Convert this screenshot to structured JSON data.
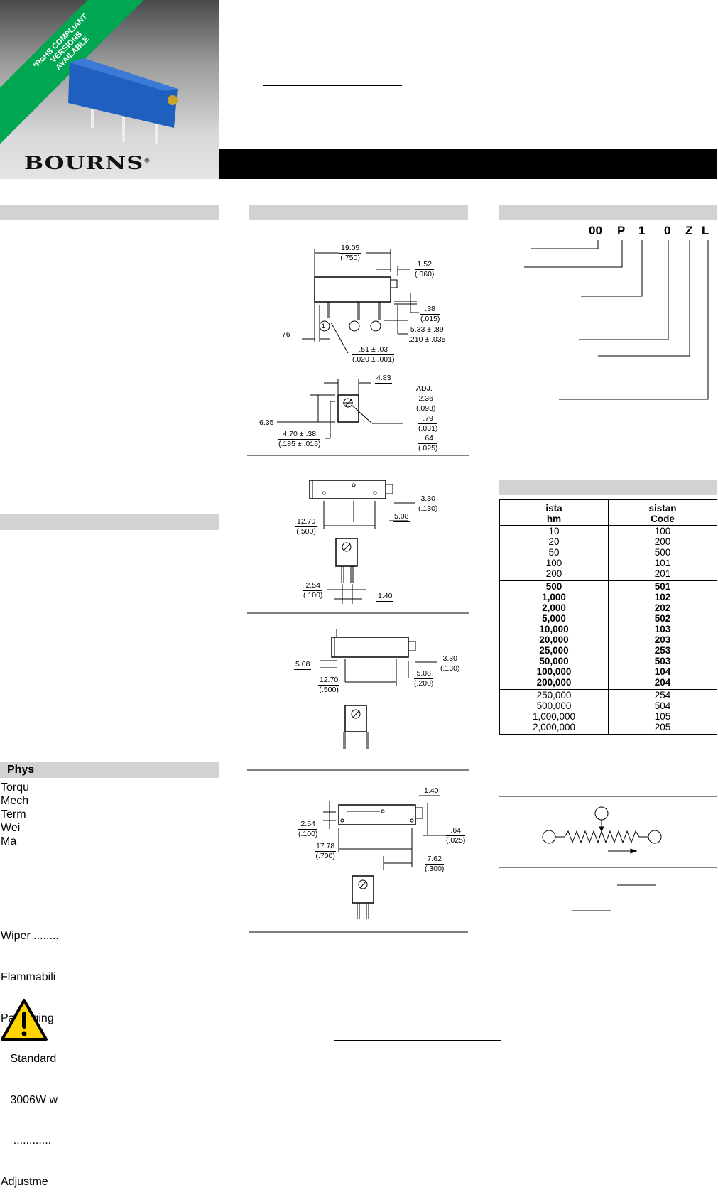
{
  "hero": {
    "rohs_banner": "*RoHS COMPLIANT\nVERSIONS\nAVAILABLE",
    "brand_logo": "BOURNS",
    "brand_mark": "®",
    "banner_color": "#00a651",
    "product_color": "#1f5fbf"
  },
  "left": {
    "physical_title": "Phys",
    "physical_lines": [
      "Torqu",
      "Mech",
      "Term",
      "Wei",
      "Ma"
    ],
    "misc_lines": [
      "Wiper ........",
      "Flammabili",
      "Packaging",
      "   Standard",
      "   3006W w",
      "    ............",
      "Adjustme"
    ],
    "warning_icon": "warning-triangle-icon",
    "link_color": "#1a3fcc"
  },
  "drawings": {
    "d1": {
      "w": "19.05",
      "w_in": "(.750)",
      "tab": "1.52",
      "tab_in": "(.060)",
      "standoff": ".38",
      "standoff_in": "(.015)",
      "pin_len": "5.33 ± .89",
      "pin_len_in": ".210 ± .035",
      "edge": ".76",
      "pin_dia": ".51 ± .03",
      "pin_dia_in": "(.020 ± .001)",
      "pin1": "1"
    },
    "d2": {
      "width": "4.83",
      "height": "6.35",
      "pin_pos": "4.70 ± .38",
      "pin_pos_in": "(.185 ± .015)",
      "adj": "ADJ.",
      "a1": "2.36",
      "a1_in": "(.093)",
      "a2": ".79",
      "a2_in": "(.031)",
      "a3": ".64",
      "a3_in": "(.025)"
    },
    "d3": {
      "a": "3.30",
      "a_in": "(.130)",
      "b": "5.08",
      "c": "12.70",
      "c_in": "(.500)",
      "d": "2.54",
      "d_in": "(.100)",
      "e": "1.40"
    },
    "d4": {
      "a": "3.30",
      "a_in": "(.130)",
      "b": "5.08",
      "b_in": "(.200)",
      "c": "12.70",
      "c_in": "(.500)",
      "d": "5.08"
    },
    "d5": {
      "a": "1.40",
      "b": "2.54",
      "b_in": "(.100)",
      "c": ".64",
      "c_in": "(.025)",
      "d": "17.78",
      "d_in": "(.700)",
      "e": "7.62",
      "e_in": "(.300)"
    }
  },
  "part_code": [
    "00",
    "P",
    "1",
    "0",
    "Z",
    "L"
  ],
  "resistance_table": {
    "headers": [
      "ista\nhm",
      "sistan\nCode"
    ],
    "group1": [
      [
        "10",
        "100"
      ],
      [
        "20",
        "200"
      ],
      [
        "50",
        "500"
      ],
      [
        "100",
        "101"
      ],
      [
        "200",
        "201"
      ]
    ],
    "group2": [
      [
        "500",
        "501"
      ],
      [
        "1,000",
        "102"
      ],
      [
        "2,000",
        "202"
      ],
      [
        "5,000",
        "502"
      ],
      [
        "10,000",
        "103"
      ],
      [
        "20,000",
        "203"
      ],
      [
        "25,000",
        "253"
      ],
      [
        "50,000",
        "503"
      ],
      [
        "100,000",
        "104"
      ],
      [
        "200,000",
        "204"
      ]
    ],
    "group3": [
      [
        "250,000",
        "254"
      ],
      [
        "500,000",
        "504"
      ],
      [
        "1,000,000",
        "105"
      ],
      [
        "2,000,000",
        "205"
      ]
    ]
  }
}
